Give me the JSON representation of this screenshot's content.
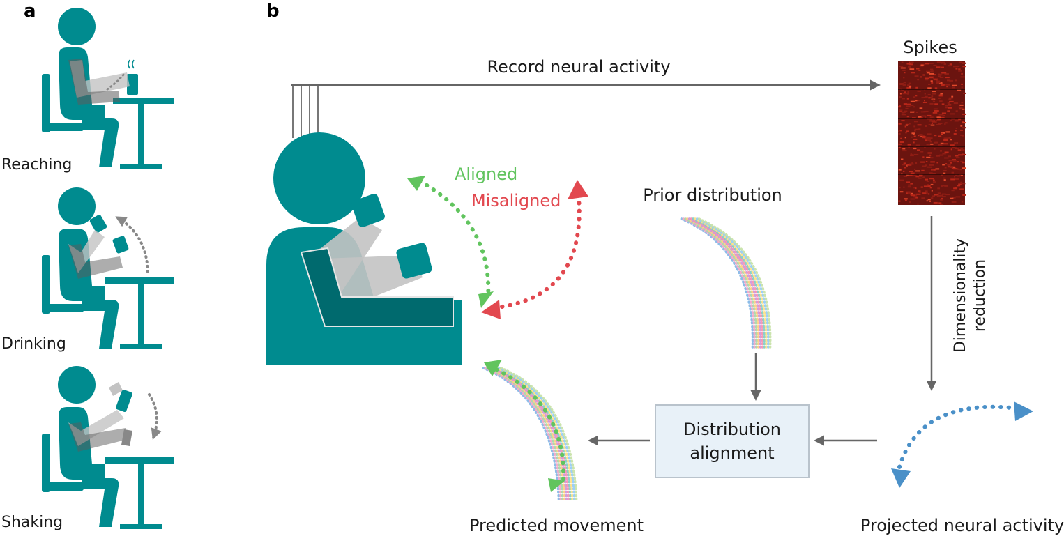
{
  "panels": {
    "a": "a",
    "b": "b"
  },
  "panel_a": {
    "reaching": "Reaching",
    "drinking": "Drinking",
    "shaking": "Shaking"
  },
  "panel_b": {
    "record": "Record neural activity",
    "spikes": "Spikes",
    "dimred_line1": "Dimensionality",
    "dimred_line2": "reduction",
    "aligned": "Aligned",
    "misaligned": "Misaligned",
    "prior": "Prior distribution",
    "dist_line1": "Distribution",
    "dist_line2": "alignment",
    "predicted": "Predicted movement",
    "projected": "Projected neural activity"
  },
  "colors": {
    "figure": "#008b8f",
    "aligned": "#61c45e",
    "misaligned": "#e2484f",
    "projected": "#4a90c8",
    "arrow": "#666666",
    "box_fill": "#e8f1f8",
    "box_stroke": "#b9c3cc",
    "limb_gray": "#c3c3c3"
  },
  "icons": [
    "person-reaching-icon",
    "person-drinking-icon",
    "person-shaking-icon",
    "person-large-icon",
    "spike-raster-icon"
  ]
}
